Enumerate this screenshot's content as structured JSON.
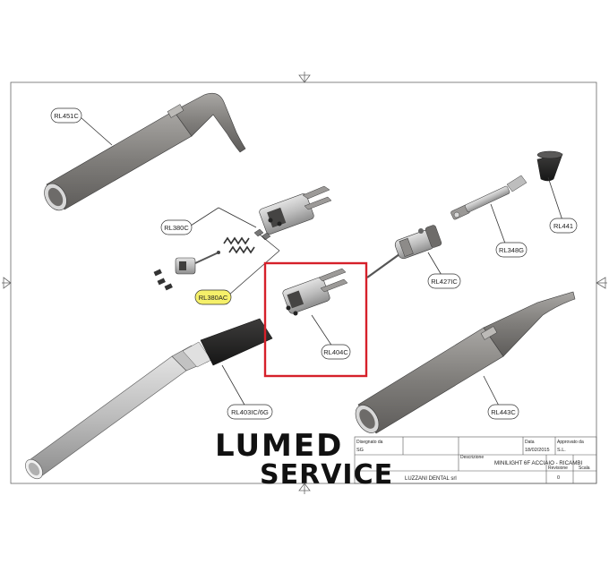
{
  "labels": {
    "rl451c": "RL451C",
    "rl380c": "RL380C",
    "rl380ac": "RL380AC",
    "rl404c": "RL404C",
    "rl427ic": "RL427IC",
    "rl348g": "RL348G",
    "rl441": "RL441",
    "rl403ic": "RL403IC/6G",
    "rl443c": "RL443C"
  },
  "title_block": {
    "disegnato_da_label": "Disegnato da",
    "disegnato_da_value": "SG",
    "descrizione_label": "Descrizione",
    "descrizione_value": "MINILIGHT 6F ACCIAIO - RICAMBI",
    "data_label": "Data",
    "data_value": "18/02/2015",
    "approvato_label": "Approvato da",
    "approvato_value": "S.L.",
    "company": "LUZZANI DENTAL srl",
    "revisione_label": "Revisione",
    "revisione_value": "0",
    "scala_label": "Scala"
  },
  "logo": {
    "line1": "LUMED",
    "line2": "SERVICE"
  },
  "colors": {
    "highlight_box": "#d6202a",
    "highlight_label": "#f5f06a",
    "part_body": "#8a8886",
    "part_dark": "#4a4948",
    "part_light": "#b7b5b2",
    "frame": "#555555"
  }
}
